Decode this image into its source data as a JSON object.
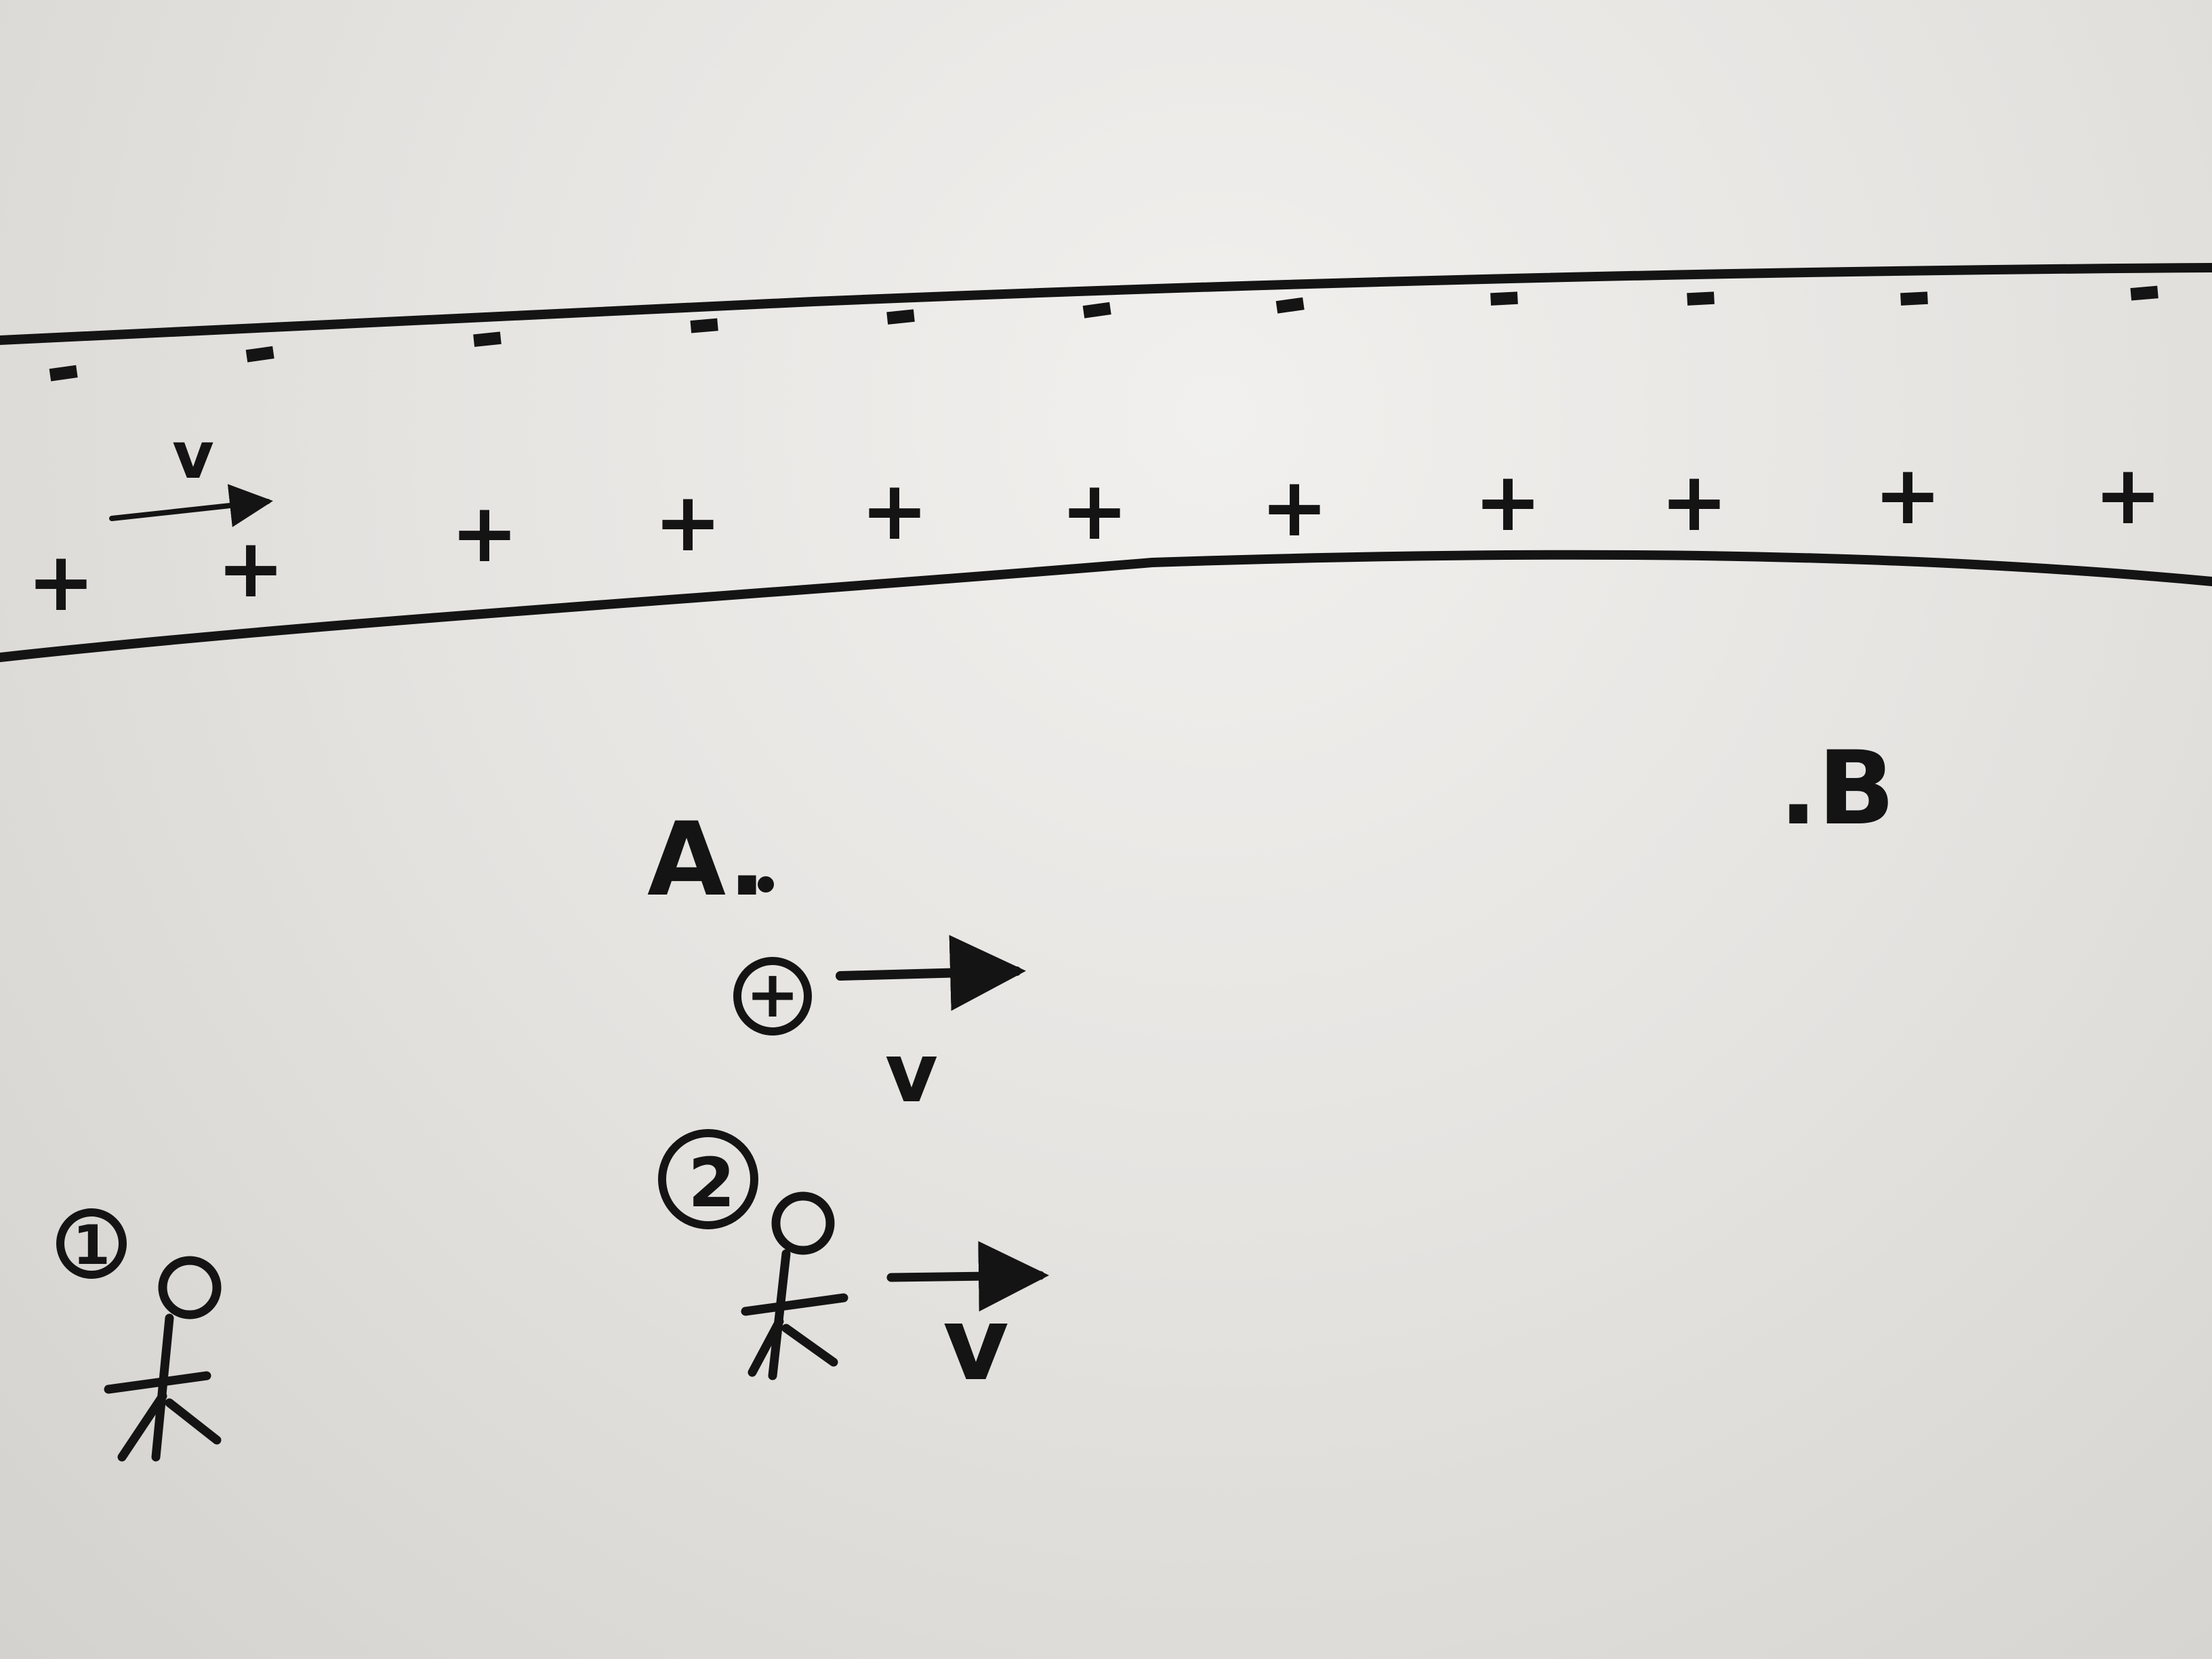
{
  "wire": {
    "negative_charges": [
      "-",
      "-",
      "-",
      "-",
      "-",
      "-",
      "-",
      "-",
      "-",
      "-",
      "-"
    ],
    "positive_charges": [
      "+",
      "+",
      "+",
      "+",
      "+",
      "+",
      "+",
      "+",
      "+",
      "+",
      "+"
    ],
    "drift_velocity_label": "v"
  },
  "points": {
    "a_label": "A.",
    "b_label": ".B"
  },
  "charge": {
    "symbol": "+",
    "velocity_label": "v"
  },
  "observers": {
    "observer_1_number": "1",
    "observer_2_number": "2",
    "observer_2_velocity_label": "v"
  },
  "colors": {
    "board": "#e6e4e1",
    "ink": "#141414"
  }
}
